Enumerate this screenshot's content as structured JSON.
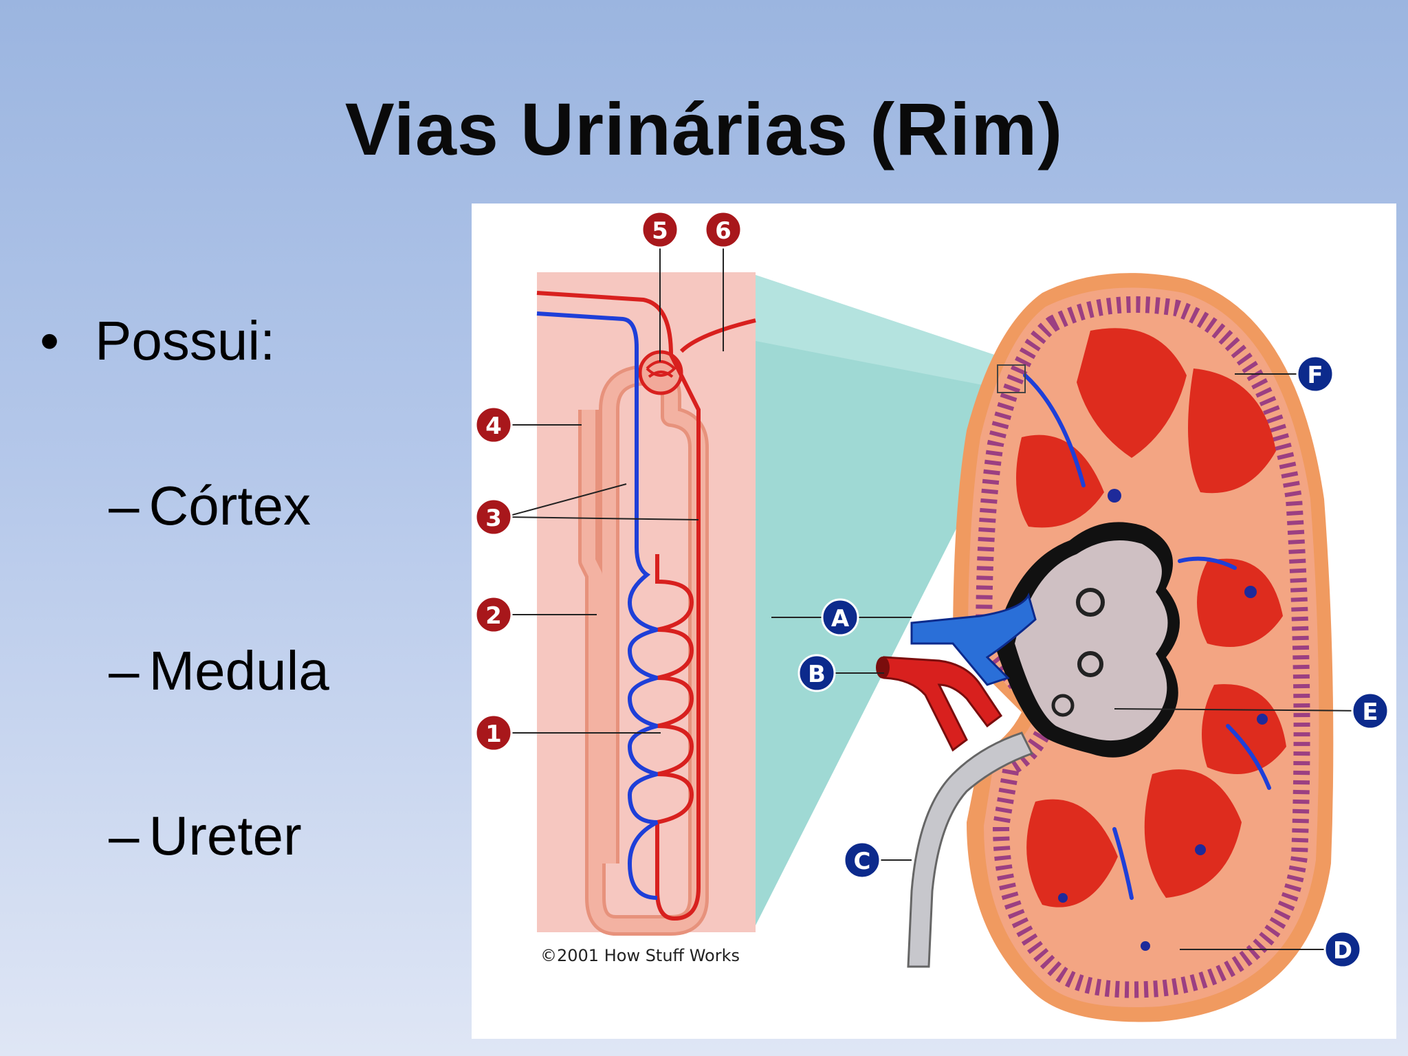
{
  "slide": {
    "title": "Vias Urinárias (Rim)",
    "bullet_main": "Possui:",
    "bullet_dot": "•",
    "sub_dash": "–",
    "sub_items": [
      "Córtex",
      "Medula",
      "Ureter"
    ]
  },
  "figure": {
    "copyright": "©2001 How Stuff Works",
    "nephron_labels": [
      "1",
      "2",
      "3",
      "4",
      "5",
      "6"
    ],
    "kidney_labels": [
      "A",
      "B",
      "C",
      "D",
      "E",
      "F"
    ],
    "colors": {
      "nephron_marker": "#a8171b",
      "kidney_marker": "#0c2a8c",
      "artery": "#d8201e",
      "vein": "#1e3fd8",
      "tubule": "#f1a28f",
      "cortex": "#f3a583",
      "medulla": "#de2c1e",
      "capsule": "#f09a60",
      "inset_bg": "#f6c7c0",
      "zoom_cone": "#8ed2cc"
    }
  }
}
